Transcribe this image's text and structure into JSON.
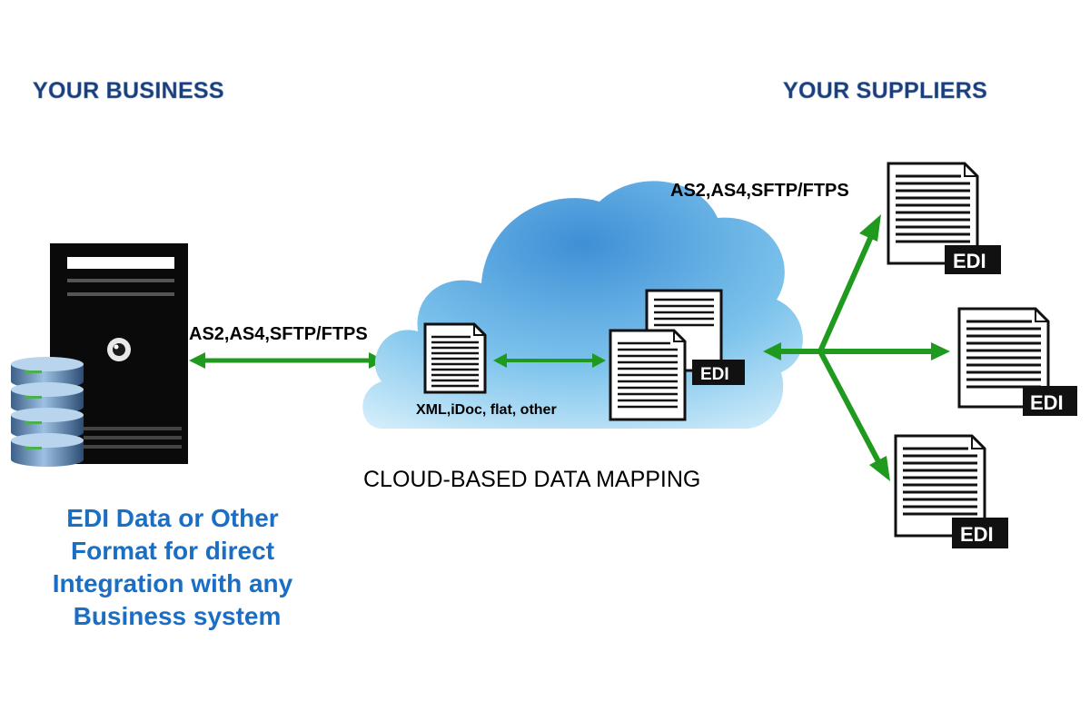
{
  "headings": {
    "business": "YOUR BUSINESS",
    "suppliers": "YOUR SUPPLIERS"
  },
  "protocols": {
    "left": "AS2,AS4,SFTP/FTPS",
    "right": "AS2,AS4,SFTP/FTPS"
  },
  "cloud": {
    "formats_label": "XML,iDoc, flat, other",
    "edi_label": "EDI",
    "caption": "CLOUD-BASED DATA MAPPING"
  },
  "suppliers": [
    {
      "doc_label": "EDI"
    },
    {
      "doc_label": "EDI"
    },
    {
      "doc_label": "EDI"
    }
  ],
  "business_description": [
    "EDI Data or Other",
    "Format for direct",
    "Integration with any",
    "Business system"
  ],
  "colors": {
    "arrow": "#1f9a1f",
    "heading": "#1a3d7c",
    "description": "#1a6fc4",
    "cloud": "#8ccff0"
  }
}
